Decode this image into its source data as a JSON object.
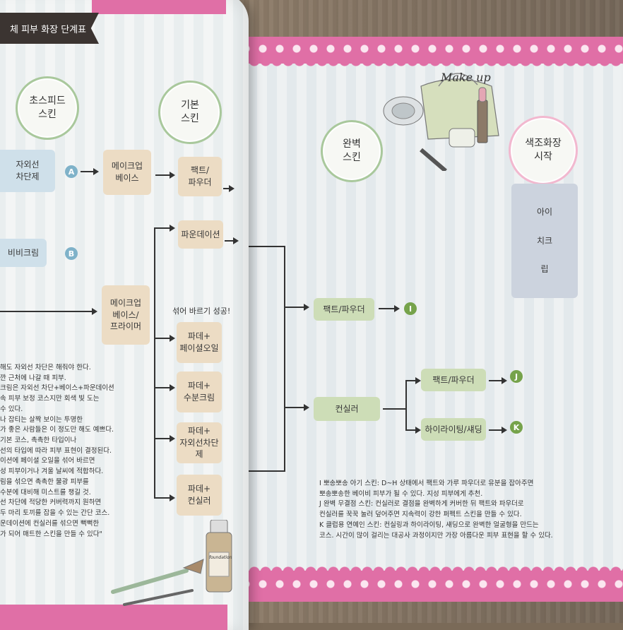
{
  "left_page": {
    "title": "체 피부 화장 단계표",
    "circles": {
      "super_speed": "초스피드\n스킨",
      "basic": "기본\n스킨"
    },
    "rows": {
      "sunscreen": "자외선\n차단제",
      "makeup_base": "메이크업\n베이스",
      "pact_powder": "팩트/\n파우더",
      "bb_cream": "비비크림",
      "foundation": "파운데이션",
      "primer": "메이크업\n베이스/\n프라이머",
      "mix_label": "섞어 바르기 성공!",
      "fd_face_oil": "파데+\n페이셜오일",
      "fd_moist": "파데+\n수분크림",
      "fd_sunscreen": "파데+\n자외선차단제",
      "fd_concealer": "파데+\n컨실러"
    },
    "badges": {
      "a": "A",
      "b": "B"
    },
    "notes": [
      "해도 자외선 차단은 해줘야 한다.",
      "깐 근처에 나갈 때 피부.",
      "크림은 자외선 차단+베이스+파운데이션",
      "속 피부 보정 코스지만 회색 빛 도는",
      "수 있다.",
      "나 잡티는 살짝 보이는 투명한",
      "가 좋은 사람들은 이 정도만 해도 예쁘다.",
      "기본 코스, 촉촉한 타입이나",
      "선의 타입에 따라 피부 표현이 결정된다.",
      "이션에 페이셜 오일을 섞어 바르면",
      "성 피부이거나 겨울 날씨에 적합하다.",
      "림을 섞으면 촉촉한 물광 피부를",
      "수분에 대비해 미스트를 챙길 것.",
      "선 차단에 적당한 커버력까지 원하면",
      "두 마리 토끼를 잡을 수 있는 간단 코스.",
      "운데이션에 컨실러를 섞으면 뻑뻑한",
      "가 되어 매트한 스킨을 만들 수 있다\""
    ]
  },
  "right_page": {
    "makeup_label": "Make up",
    "lotion_label": "foundation",
    "circles": {
      "perfect": "완벽\n스킨",
      "color_start": "색조화장\n시작"
    },
    "boxes": {
      "pact_powder": "팩트/파우더",
      "concealer": "컨실러",
      "pact_powder_2": "팩트/파우더",
      "highlight": "하이라이팅/섀딩"
    },
    "color_list": [
      "아이",
      "치크",
      "립"
    ],
    "badges": {
      "i": "I",
      "j": "J",
      "k": "K"
    },
    "notes": [
      "I 뽀송뽀송 아기 스킨: D~H 상태에서 팩트와 가루 파우더로 유분을 잡아주면",
      "뽀송뽀송한 베이비 피부가 될 수 있다. 지성 피부에게 추천.",
      "J 완벽 무결점 스킨: 컨실러로 결점을 완벽하게 커버한 뒤 팩트와 파우더로",
      "컨실러를 꾹꾹 눌러 덮어주면 지속력이 강한 퍼펙트 스킨을 만들 수 있다.",
      "K 클럽용 연예인 스킨: 컨실링과 하이라이팅, 섀딩으로 완벽한 얼굴형을 만드는",
      "코스. 시간이 많이 걸리는 대공사 과정이지만 가장 아름다운 피부 표현을 할 수 있다."
    ]
  },
  "colors": {
    "lace_pink": "#e06fa6",
    "green_circle": "#a9c89c",
    "pink_circle": "#f2b8cf",
    "tan_box": "#ecdcc4",
    "green_box": "#cdddb7",
    "badge_blue": "#7fb2c9",
    "badge_green": "#76a34b"
  }
}
